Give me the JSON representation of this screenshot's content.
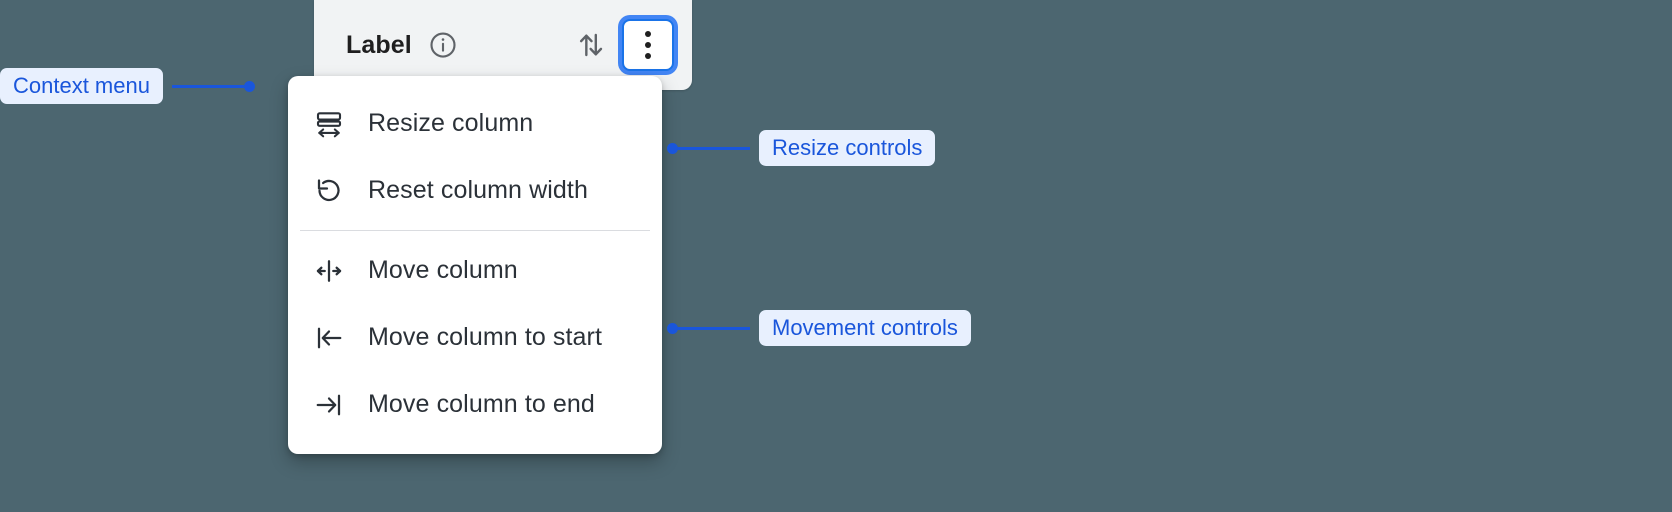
{
  "background_color": "#4c6670",
  "accent_color": "#1a73e8",
  "annotation_color": "#1a56db",
  "annotation_pill_bg": "#e8f0fe",
  "header": {
    "title": "Label",
    "info_icon": "info-circle-icon",
    "sort_icon": "sort-arrows-icon",
    "menu_icon": "kebab-menu-icon"
  },
  "context_menu": {
    "groups": [
      {
        "name": "resize",
        "items": [
          {
            "icon": "resize-column-icon",
            "label": "Resize column"
          },
          {
            "icon": "reset-width-icon",
            "label": "Reset column width"
          }
        ]
      },
      {
        "name": "movement",
        "items": [
          {
            "icon": "move-column-icon",
            "label": "Move column"
          },
          {
            "icon": "move-to-start-icon",
            "label": "Move column to start"
          },
          {
            "icon": "move-to-end-icon",
            "label": "Move column to end"
          }
        ]
      }
    ]
  },
  "annotations": [
    {
      "id": "context",
      "label": "Context menu"
    },
    {
      "id": "resize",
      "label": "Resize controls"
    },
    {
      "id": "movement",
      "label": "Movement controls"
    }
  ]
}
